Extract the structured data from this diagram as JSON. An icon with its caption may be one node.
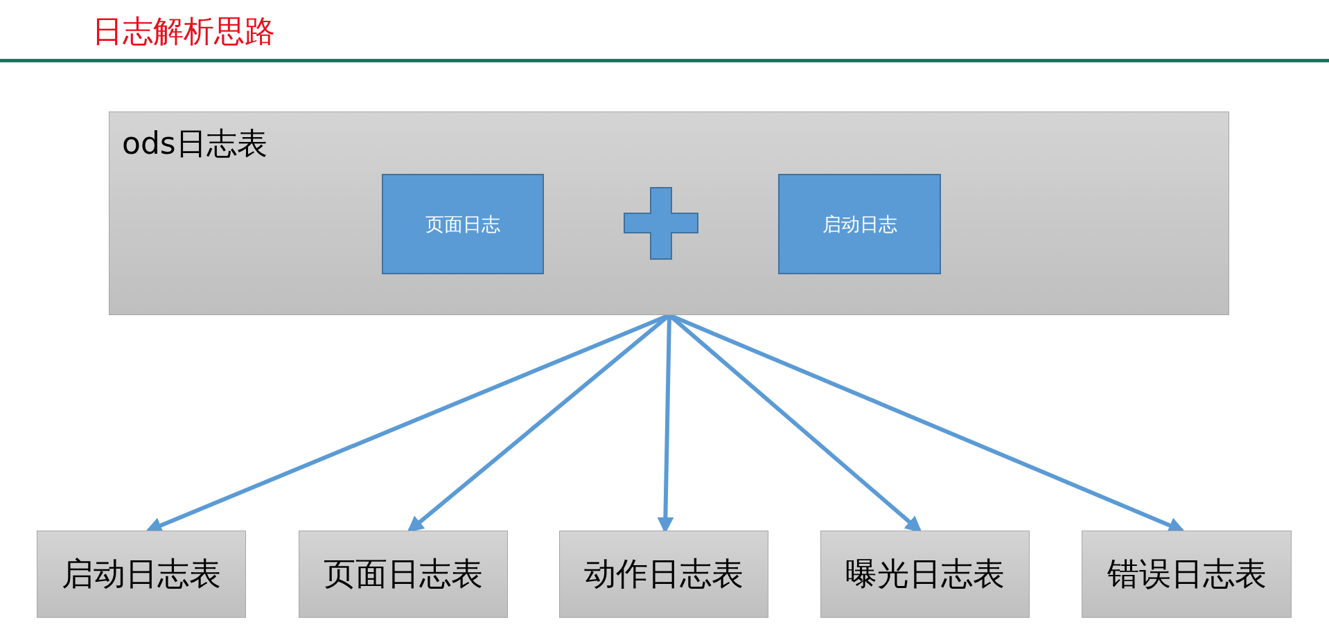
{
  "diagram": {
    "title": "日志解析思路",
    "nodes": [
      {
        "text": [
          "ods日志表"
        ]
      },
      {
        "text": [
          "页面日志"
        ],
        "in": 0
      },
      {
        "text": [],
        "shape": "plus",
        "in": 0
      },
      {
        "text": [
          "启动日志"
        ],
        "in": 0
      },
      {
        "text": [
          "启动日志表"
        ]
      },
      {
        "text": [
          "页面日志表"
        ]
      },
      {
        "text": [
          "动作日志表"
        ]
      },
      {
        "text": [
          "曝光日志表"
        ]
      },
      {
        "text": [
          "错误日志表"
        ]
      }
    ],
    "edges": [
      {
        "from": 0,
        "to": 4,
        "arrow": "to"
      },
      {
        "from": 0,
        "to": 5,
        "arrow": "to"
      },
      {
        "from": 0,
        "to": 6,
        "arrow": "to"
      },
      {
        "from": 0,
        "to": 7,
        "arrow": "to"
      },
      {
        "from": 0,
        "to": 8,
        "arrow": "to"
      }
    ]
  }
}
